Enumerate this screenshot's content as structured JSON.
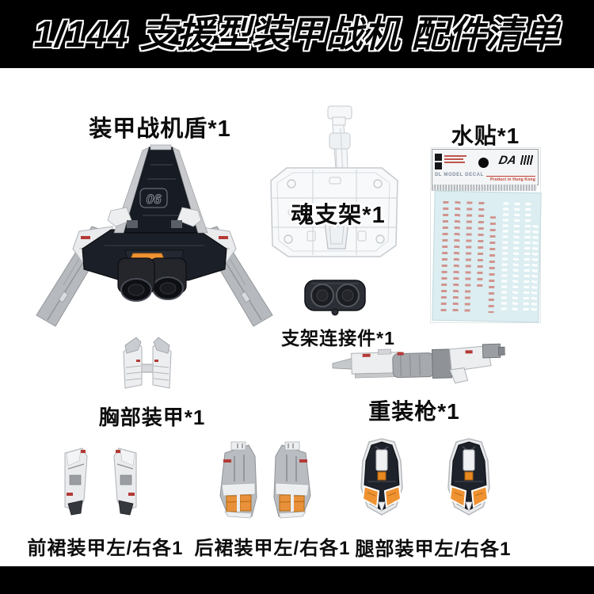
{
  "header": {
    "title": "1/144 支援型装甲战机 配件清单"
  },
  "parts": {
    "shield": {
      "label": "装甲战机盾*1",
      "marking": "06"
    },
    "stand": {
      "label": "魂支架*1"
    },
    "decal": {
      "label": "水贴*1",
      "logo": "DA",
      "brand_line": "DL MODEL DECAL",
      "origin_line": "Product in Hong Kong"
    },
    "connector": {
      "label": "支架连接件*1"
    },
    "chest": {
      "label": "胸部装甲*1"
    },
    "gun": {
      "label": "重装枪*1"
    },
    "front_skirt": {
      "label": "前裙装甲左/右各1"
    },
    "rear_skirt": {
      "label": "后裙装甲左/右各1"
    },
    "leg": {
      "label": "腿部装甲左/右各1"
    }
  },
  "colors": {
    "banner": "#000000",
    "background": "#ffffff",
    "accent_orange": "#ef9232",
    "part_dark_navy": "#1b1f27",
    "part_light_gray": "#b6b9bd",
    "part_white": "#eceef0",
    "decal_sheet_blue": "#dceef1",
    "red_accent": "#b43a36"
  }
}
